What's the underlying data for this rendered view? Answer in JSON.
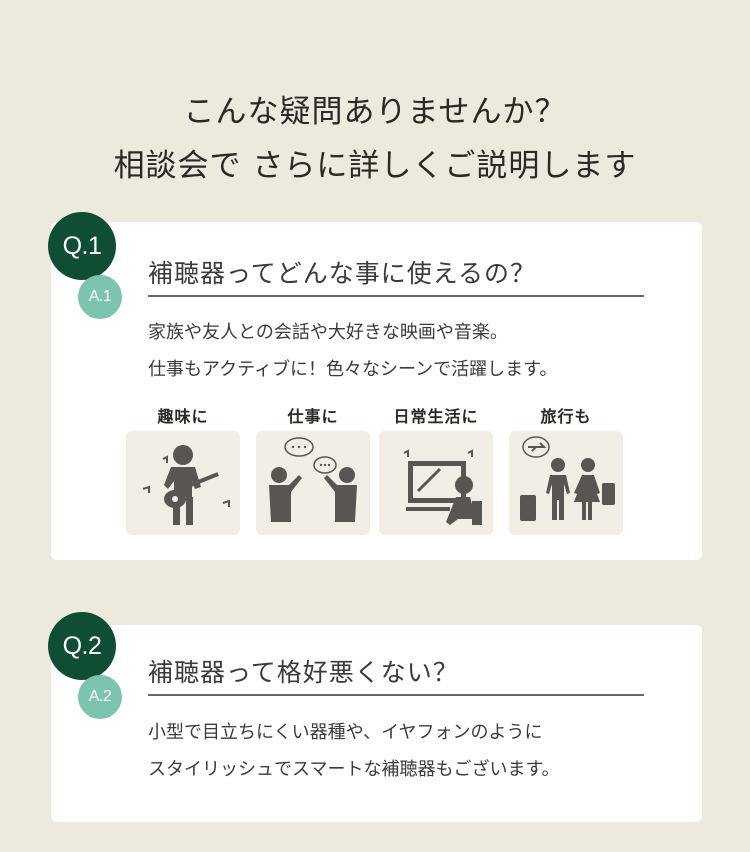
{
  "header": {
    "line1": "こんな疑問ありませんか？",
    "line2": "相談会で さらに詳しくご説明します"
  },
  "colors": {
    "background": "#ede9dc",
    "card": "#ffffff",
    "q_badge": "#0f4d34",
    "a_badge": "#7cc4ad",
    "text": "#3d3a39",
    "icon_tile": "#f2eee5",
    "icon": "#595553"
  },
  "faq": [
    {
      "q_badge": "Q.1",
      "a_badge": "A.1",
      "question": "補聴器ってどんな事に使えるの？",
      "answer_lines": [
        "家族や友人との会話や大好きな映画や音楽。",
        "仕事もアクティブに！色々なシーンで活躍します。"
      ],
      "scenes": [
        {
          "label": "趣味に",
          "icon": "guitar-player-icon"
        },
        {
          "label": "仕事に",
          "icon": "business-conversation-icon"
        },
        {
          "label": "日常生活に",
          "icon": "watching-tv-icon"
        },
        {
          "label": "旅行も",
          "icon": "travel-couple-icon"
        }
      ]
    },
    {
      "q_badge": "Q.2",
      "a_badge": "A.2",
      "question": "補聴器って格好悪くない？",
      "answer_lines": [
        "小型で目立ちにくい器種や、イヤフォンのように",
        "スタイリッシュでスマートな補聴器もございます。"
      ]
    }
  ]
}
